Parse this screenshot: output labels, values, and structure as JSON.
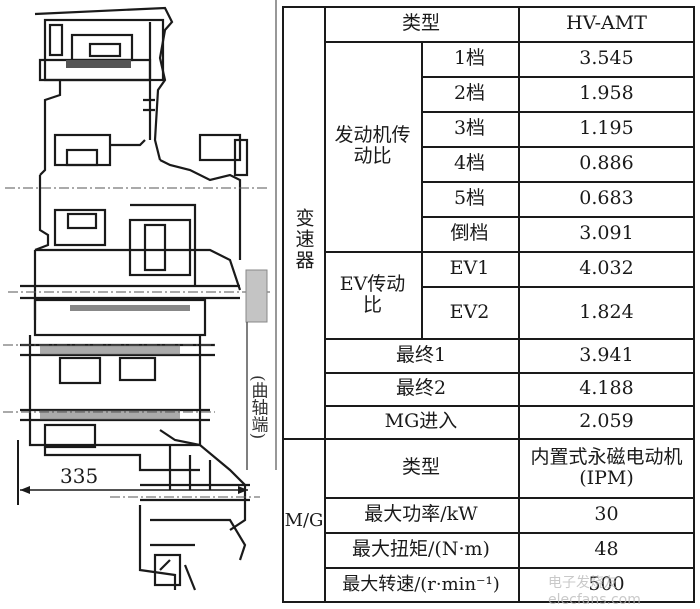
{
  "figure": {
    "drawing": {
      "dimension_label": "335",
      "side_label": "(曲轴端)"
    },
    "table": {
      "header": {
        "label": "类型",
        "value": "HV-AMT"
      },
      "transmission": {
        "group_label": "变速器",
        "engine_ratio": {
          "label": "发动机传动比",
          "rows": [
            {
              "gear": "1档",
              "value": "3.545"
            },
            {
              "gear": "2档",
              "value": "1.958"
            },
            {
              "gear": "3档",
              "value": "1.195"
            },
            {
              "gear": "4档",
              "value": "0.886"
            },
            {
              "gear": "5档",
              "value": "0.683"
            },
            {
              "gear": "倒档",
              "value": "3.091"
            }
          ]
        },
        "ev_ratio": {
          "label": "EV传动比",
          "rows": [
            {
              "gear": "EV1",
              "value": "4.032"
            },
            {
              "gear": "EV2",
              "value": "1.824"
            }
          ]
        },
        "final": [
          {
            "label": "最终1",
            "value": "3.941"
          },
          {
            "label": "最终2",
            "value": "4.188"
          },
          {
            "label": "MG进入",
            "value": "2.059"
          }
        ]
      },
      "mg": {
        "group_label": "M/G",
        "rows": [
          {
            "label": "类型",
            "value": "内置式永磁电动机(IPM)"
          },
          {
            "label": "最大功率/kW",
            "value": "30"
          },
          {
            "label": "最大扭矩/(N·m)",
            "value": "48"
          },
          {
            "label": "最大转速/(r·min⁻¹)",
            "value": "500"
          }
        ]
      }
    },
    "watermark": "电子发烧友 elecfans.com"
  }
}
